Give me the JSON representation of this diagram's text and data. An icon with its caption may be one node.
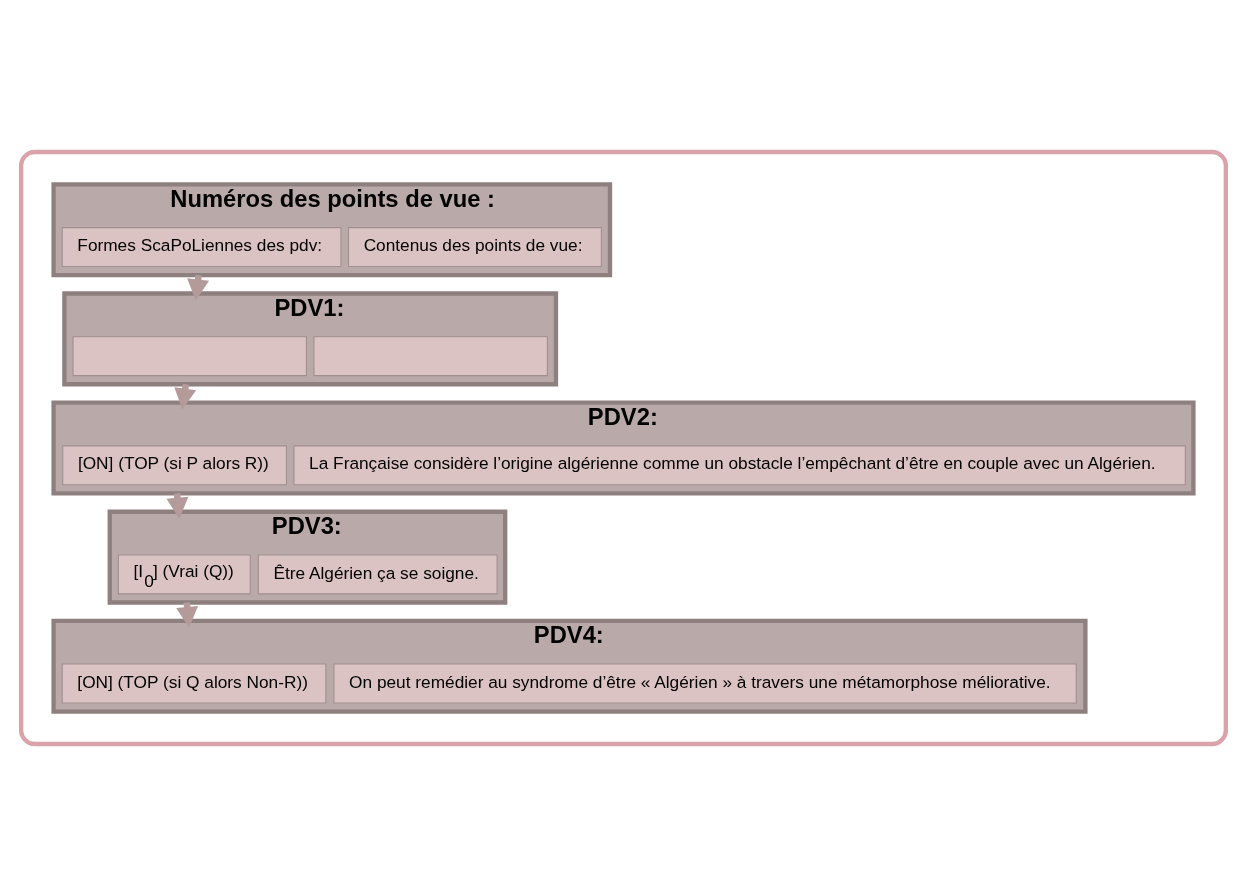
{
  "diagram": {
    "nodes": [
      {
        "text": [],
        "shape": "box"
      },
      {
        "text": [
          "Numéros des points de vue :"
        ],
        "in": 0
      },
      {
        "text": [
          "Formes ScaPoLiennes des pdv:"
        ],
        "in": 1
      },
      {
        "text": [
          "Contenus des points de vue:"
        ],
        "in": 1
      },
      {
        "text": [
          "PDV1:"
        ],
        "in": 0
      },
      {
        "text": [],
        "shape": "box",
        "in": 4
      },
      {
        "text": [],
        "shape": "box",
        "in": 4
      },
      {
        "text": [
          "PDV2:"
        ],
        "in": 0
      },
      {
        "text": [
          "[ON] (TOP (si P alors R))"
        ],
        "in": 7
      },
      {
        "text": [
          "La Française considère l’origine algérienne comme un obstacle l’empêchant d’être en couple avec un Algérien."
        ],
        "in": 7
      },
      {
        "text": [
          "PDV3:"
        ],
        "in": 0
      },
      {
        "text": [
          "[I$_{0}$] (Vrai (Q))"
        ],
        "in": 10
      },
      {
        "text": [
          "Être Algérien ça se soigne."
        ],
        "in": 10
      },
      {
        "text": [
          "PDV4:"
        ],
        "in": 0
      },
      {
        "text": [
          "[ON] (TOP (si Q alors Non-R))"
        ],
        "in": 13
      },
      {
        "text": [
          "On peut remédier au syndrome d’être « Algérien » à travers une métamorphose méliorative."
        ],
        "in": 13
      }
    ],
    "edges": [
      {
        "from": 1,
        "to": 4,
        "arrow": "to"
      },
      {
        "from": 4,
        "to": 7,
        "arrow": "to"
      },
      {
        "from": 7,
        "to": 10,
        "arrow": "to"
      },
      {
        "from": 10,
        "to": 13,
        "arrow": "to"
      }
    ]
  }
}
